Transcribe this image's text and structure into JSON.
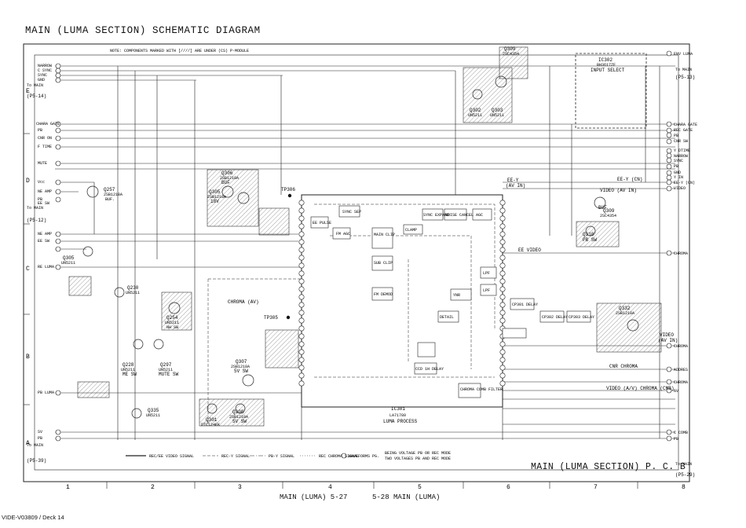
{
  "title": "MAIN (LUMA SECTION) SCHEMATIC DIAGRAM",
  "pcb_label": "MAIN (LUMA SECTION) P. C. B",
  "footer": {
    "left": "MAIN (LUMA)    5-27",
    "right": "5-28  MAIN (LUMA)"
  },
  "doc_id": "VIDE-V03809 / Deck 14",
  "columns": [
    "1",
    "2",
    "3",
    "4",
    "5",
    "6",
    "7",
    "8"
  ],
  "rows": [
    "E",
    "D",
    "C",
    "B",
    "A"
  ],
  "ic": {
    "ic301": {
      "name": "IC301",
      "part": "LA71780",
      "func": "LUMA PROCESS"
    },
    "ic302": {
      "name": "IC302",
      "part": "BH3617ZF",
      "func": "INPUT SELECT"
    }
  },
  "transistors": [
    {
      "ref": "Q257",
      "part": "2SB1218A",
      "func": "BUF."
    },
    {
      "ref": "Q305",
      "part": "UN5211",
      "func": ""
    },
    {
      "ref": "Q230",
      "part": "UN5211",
      "func": ""
    },
    {
      "ref": "Q254",
      "part": "UN5211",
      "func": "NH SW"
    },
    {
      "ref": "Q228",
      "part": "UN5211",
      "func": "ME SW"
    },
    {
      "ref": "Q297",
      "part": "UN5211",
      "func": "MUTE SW"
    },
    {
      "ref": "Q335",
      "part": "UN5211",
      "func": ""
    },
    {
      "ref": "Q306",
      "part": "2SB1218A",
      "func": "BUF"
    },
    {
      "ref": "Q305",
      "part": "2SB1218A",
      "func": "18V"
    },
    {
      "ref": "Q307",
      "part": "2SB1218A",
      "func": "5V SW"
    },
    {
      "ref": "Q301",
      "part": "DTC124EK",
      "func": ""
    },
    {
      "ref": "Q308",
      "part": "2SB1218A",
      "func": "5V SW"
    },
    {
      "ref": "Q309",
      "part": "2SC4354",
      "func": ""
    },
    {
      "ref": "Q302",
      "part": "UN5211",
      "func": ""
    },
    {
      "ref": "Q303",
      "part": "UN5211",
      "func": ""
    },
    {
      "ref": "Q309",
      "part": "2SC4354",
      "func": "BUF"
    },
    {
      "ref": "Q310",
      "part": "",
      "func": "PB SW"
    },
    {
      "ref": "Q332",
      "part": "2SB1218A",
      "func": ""
    }
  ],
  "blocks": [
    {
      "id": "sync-sep",
      "label": "SYNC SEP"
    },
    {
      "id": "ee-pulse",
      "label": "EE PULSE"
    },
    {
      "id": "fm-agc",
      "label": "FM AGC"
    },
    {
      "id": "main-clip",
      "label": "MAIN CLIP"
    },
    {
      "id": "sub-clip",
      "label": "SUB CLIP"
    },
    {
      "id": "fm-det",
      "label": "FM DEMOD"
    },
    {
      "id": "sync-expand",
      "label": "SYNC EXPAND"
    },
    {
      "id": "noise-cancel",
      "label": "NOISE CANCEL"
    },
    {
      "id": "clamp",
      "label": "CLAMP"
    },
    {
      "id": "agc",
      "label": "AGC"
    },
    {
      "id": "lpf1",
      "label": "LPF"
    },
    {
      "id": "lpf2",
      "label": "LPF"
    },
    {
      "id": "ycnr",
      "label": "YNR"
    },
    {
      "id": "detail",
      "label": "DETAIL"
    },
    {
      "id": "ccd-1h",
      "label": "CCD 1H DELAY"
    },
    {
      "id": "comb",
      "label": "CHROMA COMB FILTER"
    },
    {
      "id": "cp301",
      "label": "CP301 DELAY"
    },
    {
      "id": "cp302",
      "label": "CP302 DELAY"
    },
    {
      "id": "cp303",
      "label": "CP303 DELAY"
    }
  ],
  "left_signals": [
    "NARROW",
    "C SYNC",
    "SYNC",
    "GND",
    "CHARA GATE",
    "PB",
    "CNR ON",
    "F TIME",
    "MUTE",
    "Vcc",
    "NE AMP",
    "PB",
    "EE SW",
    "NE AMP",
    "EE SW",
    "RE LUMA",
    "PB LUMA",
    "SV",
    "PB"
  ],
  "right_signals": [
    "ENV LUMA",
    "CHARA GATE",
    "REC GATE",
    "PB",
    "CNR SW",
    "Y DTIME",
    "NARROW",
    "SYNC",
    "PB",
    "GND",
    "Y IN",
    "EE-Y (CN)",
    "VIDEO",
    "CHROMA",
    "CHROMA",
    "ADDRES",
    "CHROMA",
    "SV",
    "C COMB",
    "PB"
  ],
  "connectors": {
    "e": "(P5-14)",
    "c": "(P5-12)",
    "a": "(P5-39)",
    "r_top": "(P5-13)",
    "r_bot": "(P5-29)"
  },
  "connector_notes": {
    "e": "To MAIN",
    "c": "To MAIN",
    "a": "To MAIN",
    "r_top": "To MAIN",
    "r_bot": "To MAIN"
  },
  "annotations": {
    "tp306": "TP306",
    "tp305": "TP305",
    "chroma_av": "CHROMA (AV)",
    "ee_y": "EE-Y",
    "av_in": "(AV IN)",
    "ee_y_cn": "EE-Y (CN)",
    "video_av": "VIDEO (AV IN)",
    "ee_video": "EE VIDEO",
    "cnr_chroma": "CNR CHROMA",
    "video_chroma": "VIDEO (A/V) CHROMA (CMB)",
    "video_right": "VIDEO",
    "av_in_right": "(AV IN)",
    "note_top": "NOTE: COMPONENTS MARKED WITH [////] ARE UNDER (CS) P-MODULE",
    "legend1": "REC/EE VIDEO SIGNAL",
    "legend2": "REC-Y SIGNAL",
    "legend3": "PB-Y SIGNAL",
    "legend4": "REC CHROMA SIGNAL",
    "legend5": "WAVEFORMS PG.",
    "legend6": "BEING VOLTAGE PB OR REC MODE",
    "legend6b": "TWO VOLTAGES PB AND REC MODE"
  }
}
